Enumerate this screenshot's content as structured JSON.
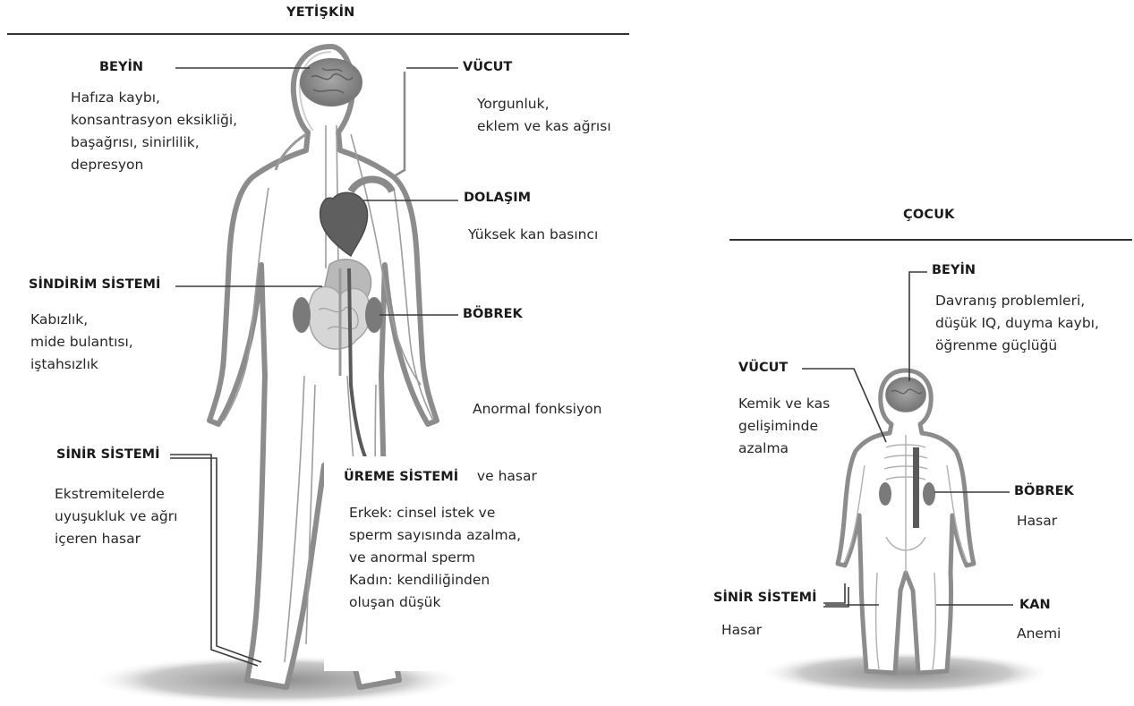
{
  "adult": {
    "title": "YETİŞKİN",
    "brain": {
      "label": "BEYİN",
      "lines": [
        "Hafıza kaybı,",
        "konsantrasyon eksikliği,",
        "başağrısı, sinirlilik,",
        "depresyon"
      ]
    },
    "body": {
      "label": "VÜCUT",
      "lines": [
        "Yorgunluk,",
        "eklem ve kas ağrısı"
      ]
    },
    "circulation": {
      "label": "DOLAŞIM",
      "lines": [
        "Yüksek kan basıncı"
      ]
    },
    "digestive": {
      "label": "SİNDİRİM SİSTEMİ",
      "lines": [
        "Kabızlık,",
        "mide bulantısı,",
        "iştahsızlık"
      ]
    },
    "kidney": {
      "label": "BÖBREK",
      "lines": [
        "Anormal fonksiyon",
        " ve hasar"
      ]
    },
    "nervous": {
      "label": "SİNİR SİSTEMİ",
      "lines": [
        "Ekstremitelerde",
        "uyuşukluk ve ağrı",
        "içeren hasar"
      ]
    },
    "reproductive": {
      "label": "ÜREME SİSTEMİ",
      "lines": [
        "Erkek: cinsel istek ve",
        "sperm sayısında azalma,",
        "ve anormal sperm",
        "Kadın: kendiliğinden",
        "oluşan düşük"
      ]
    }
  },
  "child": {
    "title": "ÇOCUK",
    "brain": {
      "label": "BEYİN",
      "lines": [
        "Davranış problemleri,",
        "düşük IQ, duyma kaybı,",
        "öğrenme güçlüğü"
      ]
    },
    "body": {
      "label": "VÜCUT",
      "lines": [
        "Kemik ve kas",
        "gelişiminde",
        "azalma"
      ]
    },
    "kidney": {
      "label": "BÖBREK",
      "lines": [
        "Hasar"
      ]
    },
    "nervous": {
      "label": "SİNİR SİSTEMİ",
      "lines": [
        "Hasar"
      ]
    },
    "blood": {
      "label": "KAN",
      "lines": [
        "Anemi"
      ]
    }
  },
  "colors": {
    "line": "#3a3a3a",
    "body_fill": "#ffffff",
    "body_outline": "#8c8c8c",
    "organ": "#6a6a6a",
    "organ_light": "#bdbdbd",
    "shadow": "#9a9a9a"
  }
}
